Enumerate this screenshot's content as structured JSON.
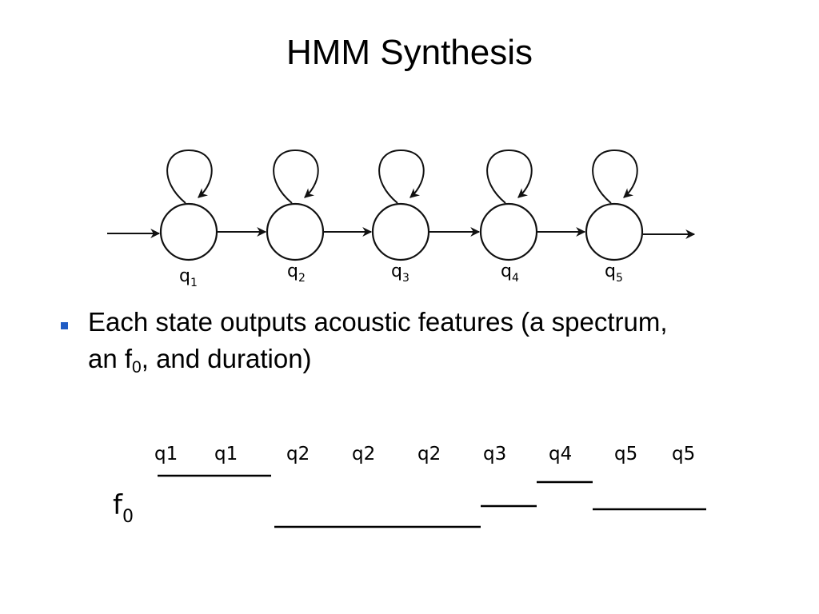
{
  "title": "HMM Synthesis",
  "bullet": {
    "text_before": "Each state outputs acoustic features (a spectrum, an f",
    "subscript": "0",
    "text_after": ", and duration)",
    "marker_color": "#1f5cc4"
  },
  "hmm": {
    "states": [
      {
        "base": "q",
        "sub": "1"
      },
      {
        "base": "q",
        "sub": "2"
      },
      {
        "base": "q",
        "sub": "3"
      },
      {
        "base": "q",
        "sub": "4"
      },
      {
        "base": "q",
        "sub": "5"
      }
    ]
  },
  "sequence": {
    "labels": [
      "q1",
      "q1",
      "q2",
      "q2",
      "q2",
      "q3",
      "q4",
      "q5",
      "q5"
    ],
    "f0_label": {
      "base": "f",
      "sub": "0"
    }
  }
}
